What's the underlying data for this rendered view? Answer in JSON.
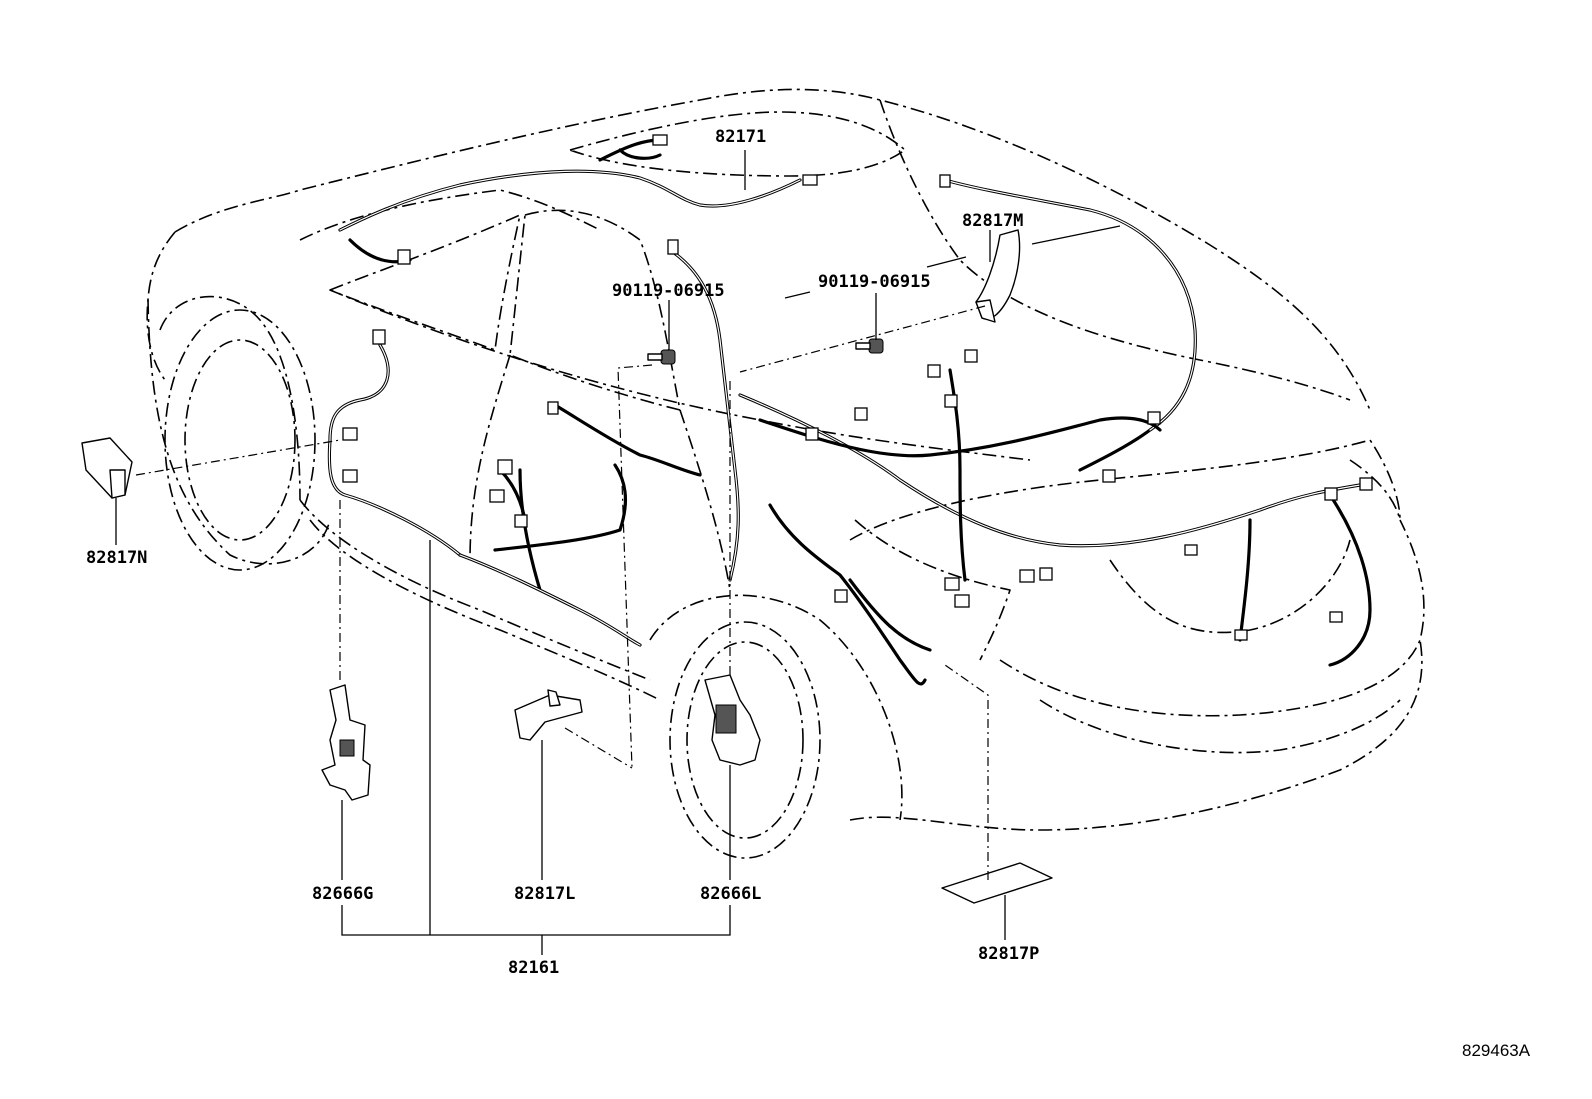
{
  "diagram": {
    "reference_code": "829463A",
    "callouts": {
      "c82171": "82171",
      "c82817M": "82817M",
      "c90119a": "90119-06915",
      "c90119b": "90119-06915",
      "c82817N": "82817N",
      "c82666G": "82666G",
      "c82817L": "82817L",
      "c82666L": "82666L",
      "c82161": "82161",
      "c82817P": "82817P"
    }
  }
}
